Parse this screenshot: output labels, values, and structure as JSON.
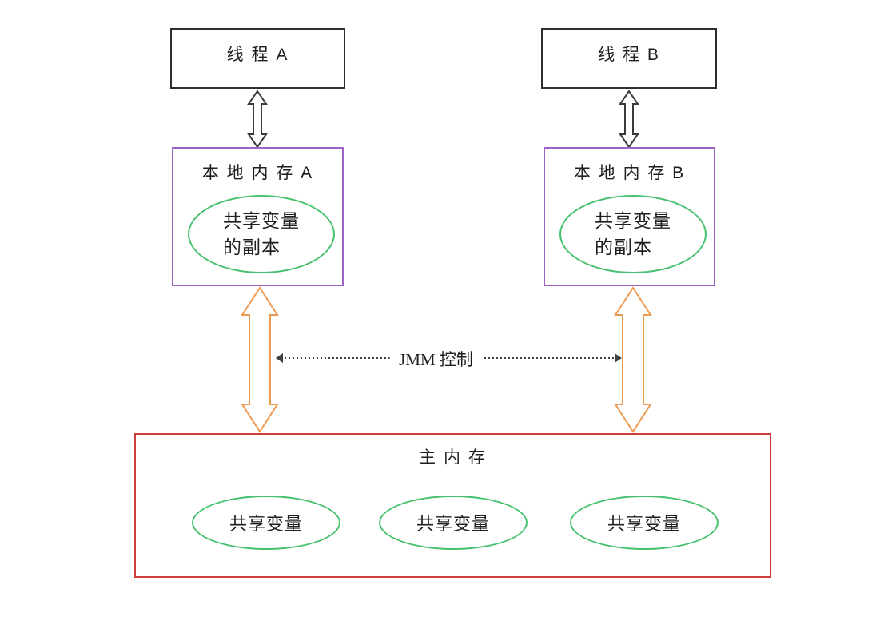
{
  "nodes": {
    "thread_a": {
      "label": "线 程 A"
    },
    "thread_b": {
      "label": "线 程 B"
    },
    "local_memory_a": {
      "title": "本 地 内 存 A",
      "ellipse": {
        "line1": "共享变量",
        "line2": "的副本"
      }
    },
    "local_memory_b": {
      "title": "本 地 内 存 B",
      "ellipse": {
        "line1": "共享变量",
        "line2": "的副本"
      }
    },
    "main_memory": {
      "title": "主 内 存",
      "shared_variables": [
        "共享变量",
        "共享变量",
        "共享变量"
      ]
    }
  },
  "connections": {
    "jmm_control_label": "JMM 控制"
  },
  "colors": {
    "thread_box_border": "#2e2e2e",
    "local_memory_border": "#9a63c4",
    "main_memory_border": "#d03c3c",
    "shared_variable_border": "#47c16e",
    "memory_arrow": "#ec9a52",
    "thread_arrow": "#3a3a3a",
    "dotted_line": "#404040",
    "text": "#1f1f1f"
  }
}
